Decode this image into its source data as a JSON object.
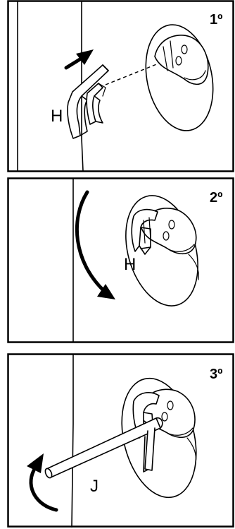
{
  "panels": [
    {
      "step": "1º",
      "labels": [
        "H"
      ]
    },
    {
      "step": "2º",
      "labels": [
        "H"
      ]
    },
    {
      "step": "3º",
      "labels": [
        "J"
      ]
    }
  ]
}
